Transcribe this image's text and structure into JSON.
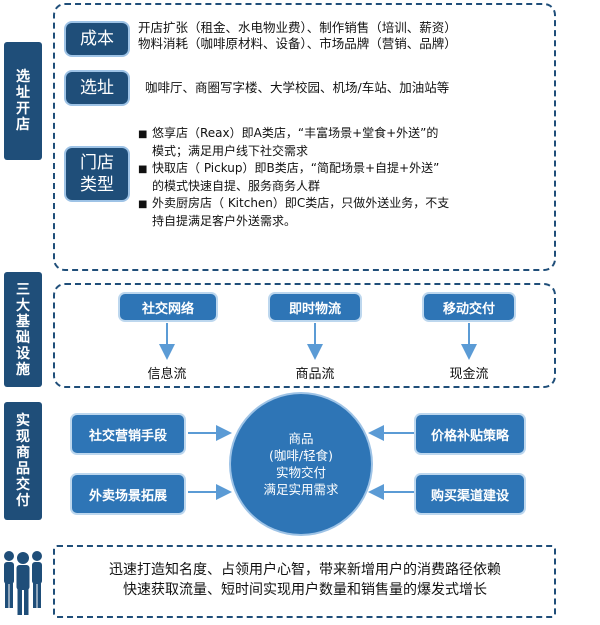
{
  "section_selection": {
    "title": "选址开店",
    "rows": [
      {
        "label": "成本",
        "lines": [
          "开店扩张（租金、水电物业费）、制作销售（培训、薪资）",
          "物料消耗（咖啡原材料、设备）、市场品牌（营销、品牌）"
        ]
      },
      {
        "label": "选址",
        "lines": [
          "咖啡厅、商圈写字楼、大学校园、机场/车站、加油站等"
        ]
      },
      {
        "label": "门店类型",
        "bullets": [
          [
            "悠享店（Reax）即A类店，“丰富场景+堂食+外送”的",
            "模式；满足用户线下社交需求"
          ],
          [
            "快取店（ Pickup）即B类店，“简配场景+自提+外送”",
            "的模式快速自提、服务商务人群"
          ],
          [
            "外卖厨房店（ Kitchen）即C类店，只做外送业务，不支",
            "持自提满足客户外送需求。"
          ]
        ],
        "bullet_marker": "■"
      }
    ]
  },
  "section_infra": {
    "title": "三大基础设施",
    "items": [
      {
        "top": "社交网络",
        "bottom": "信息流"
      },
      {
        "top": "即时物流",
        "bottom": "商品流"
      },
      {
        "top": "移动交付",
        "bottom": "现金流"
      }
    ]
  },
  "section_delivery": {
    "title": "实现商品交付",
    "left": [
      "社交营销手段",
      "外卖场景拓展"
    ],
    "right": [
      "价格补贴策略",
      "购买渠道建设"
    ],
    "center_lines": [
      "商品",
      "(咖啡/轻食)",
      "实物交付",
      "满足实用需求"
    ]
  },
  "section_outcome": {
    "icon": "people-group-icon",
    "lines": [
      "迅速打造知名度、占领用户心智，带来新增用户的消费路径依赖",
      "快速获取流量、短时间实现用户数量和销售量的爆发式增长"
    ]
  },
  "colors": {
    "navy": "#1f4e79",
    "blue": "#2e75b6",
    "arrow": "#5b9bd5"
  }
}
